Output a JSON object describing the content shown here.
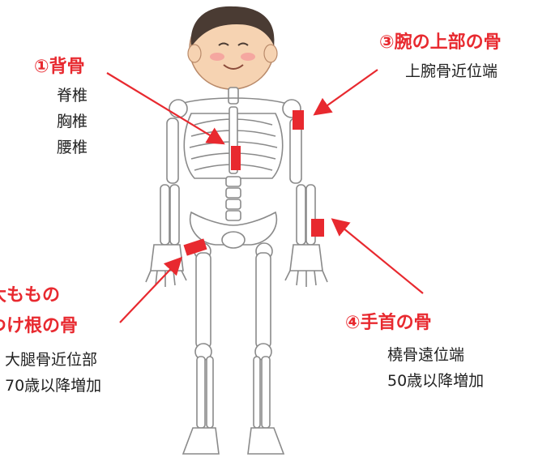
{
  "callouts": {
    "spine": {
      "title": "①背骨",
      "details": [
        "脊椎",
        "胸椎",
        "腰椎"
      ]
    },
    "upper_arm": {
      "title": "③腕の上部の骨",
      "details": [
        "上腕骨近位端"
      ]
    },
    "thigh": {
      "title_lines": [
        "大ももの",
        "つけ根の骨"
      ],
      "details": [
        "大腿骨近位部",
        "70歳以降増加"
      ]
    },
    "wrist": {
      "title": "④手首の骨",
      "details": [
        "橈骨遠位端",
        "50歳以降増加"
      ]
    }
  },
  "colors": {
    "accent_red": "#e8292f",
    "bone_outline": "#8a8a8a",
    "skin": "#f6d3b2",
    "hair": "#4a3b33"
  }
}
